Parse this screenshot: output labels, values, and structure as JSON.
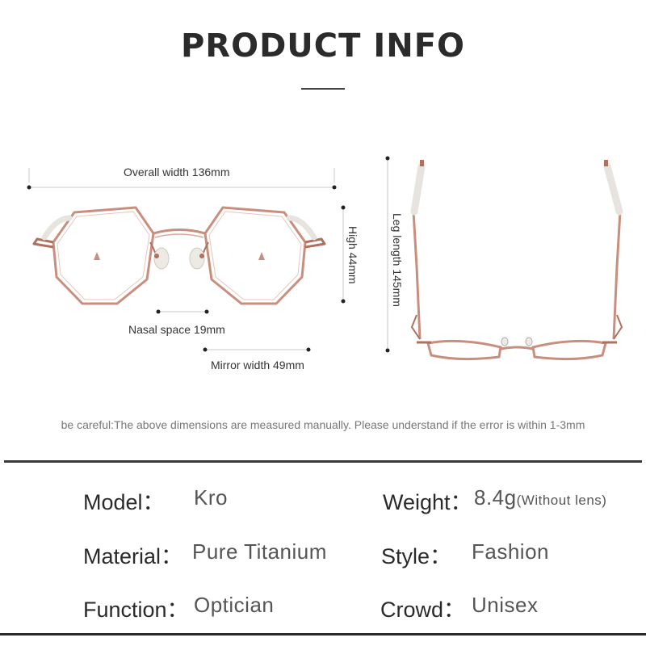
{
  "header": {
    "title": "PRODUCT INFO"
  },
  "dimensions": {
    "overall_width": "Overall width 136mm",
    "nasal_space": "Nasal space 19mm",
    "mirror_width": "Mirror width 49mm",
    "high": "High 44mm",
    "leg_length": "Leg length 145mm"
  },
  "note": "be careful:The above dimensions are measured manually. Please understand if the error is within 1-3mm",
  "specs": {
    "model": {
      "key": "Model：",
      "value": "Kro"
    },
    "weight": {
      "key": "Weight：",
      "value": "8.4g",
      "suffix": "(Without lens)"
    },
    "material": {
      "key": "Material：",
      "value": "Pure Titanium"
    },
    "style": {
      "key": "Style：",
      "value": "Fashion"
    },
    "function": {
      "key": "Function：",
      "value": "Optician"
    },
    "crowd": {
      "key": "Crowd：",
      "value": "Unisex"
    }
  },
  "colors": {
    "frame": "#c98f7e",
    "frame_dark": "#b0705e",
    "temple_tip": "#e7e4df"
  },
  "icons": [
    "glasses-front-illustration",
    "glasses-side-illustration"
  ]
}
